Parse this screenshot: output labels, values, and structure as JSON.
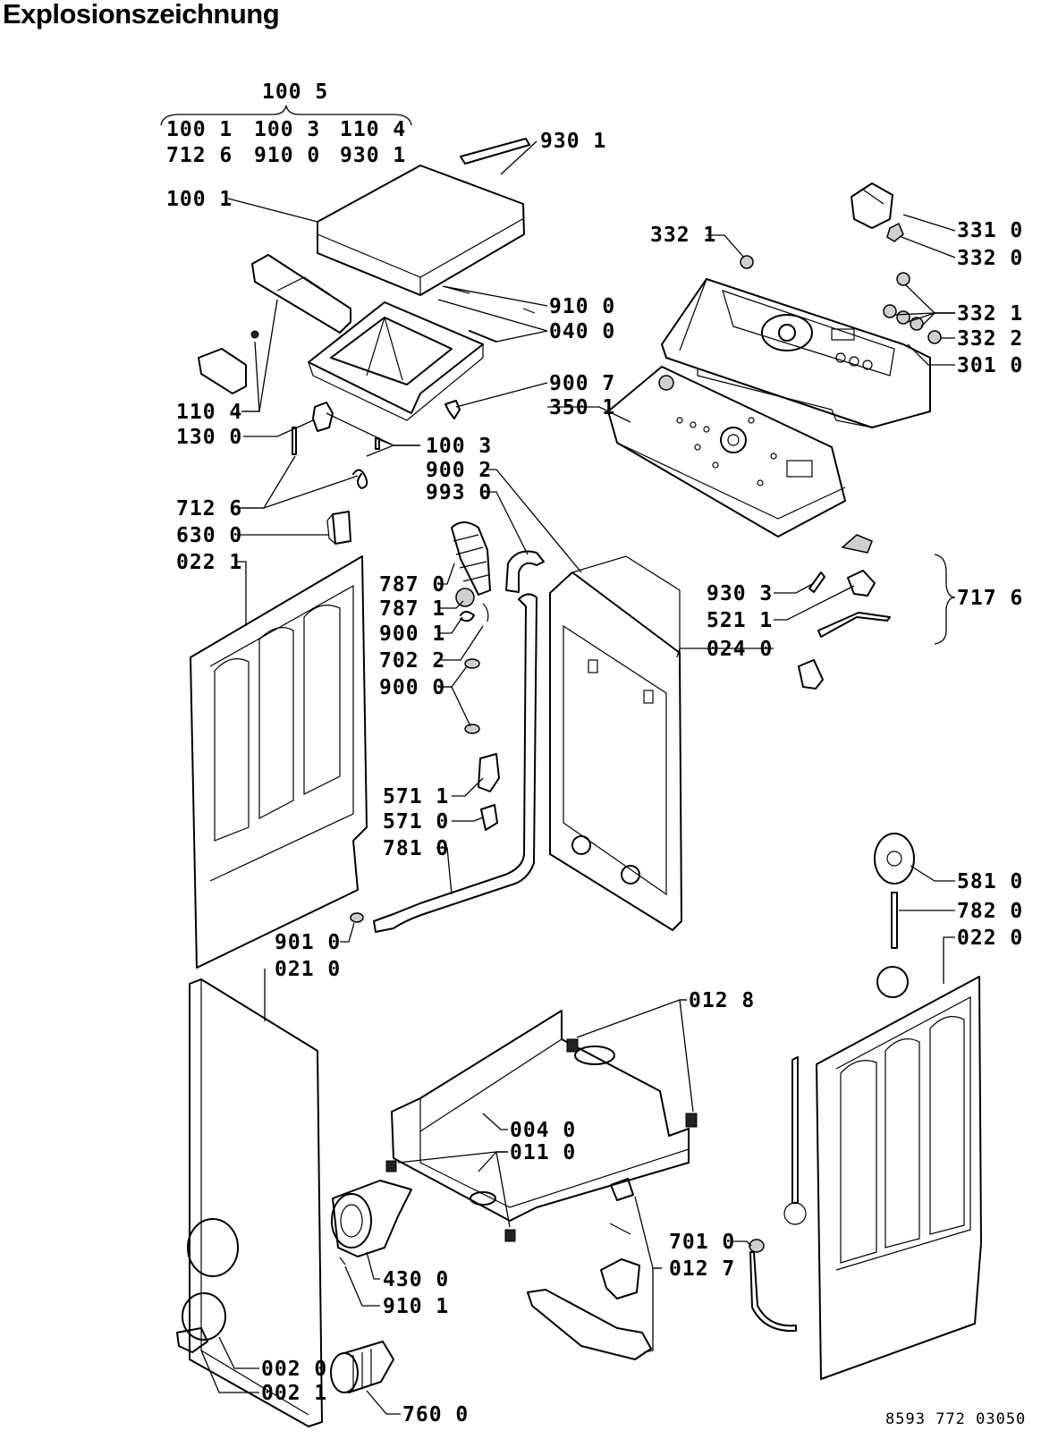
{
  "title": "Explosionszeichnung",
  "document_id": "8593 772 03050",
  "callouts": [
    {
      "id": "1005",
      "text": "100 5"
    },
    {
      "id": "1001a",
      "text": "100 1"
    },
    {
      "id": "1003a",
      "text": "100 3"
    },
    {
      "id": "1104a",
      "text": "110 4"
    },
    {
      "id": "7126a",
      "text": "712 6"
    },
    {
      "id": "9100a",
      "text": "910 0"
    },
    {
      "id": "9301a",
      "text": "930 1"
    },
    {
      "id": "9301b",
      "text": "930 1"
    },
    {
      "id": "1001b",
      "text": "100 1"
    },
    {
      "id": "3321a",
      "text": "332 1"
    },
    {
      "id": "3310",
      "text": "331 0"
    },
    {
      "id": "3320",
      "text": "332 0"
    },
    {
      "id": "9100b",
      "text": "910 0"
    },
    {
      "id": "0400",
      "text": "040 0"
    },
    {
      "id": "3321b",
      "text": "332 1"
    },
    {
      "id": "3322",
      "text": "332 2"
    },
    {
      "id": "3010",
      "text": "301 0"
    },
    {
      "id": "9007",
      "text": "900 7"
    },
    {
      "id": "3501",
      "text": "350 1"
    },
    {
      "id": "1104b",
      "text": "110 4"
    },
    {
      "id": "1300",
      "text": "130 0"
    },
    {
      "id": "1003b",
      "text": "100 3"
    },
    {
      "id": "9002",
      "text": "900 2"
    },
    {
      "id": "9930",
      "text": "993 0"
    },
    {
      "id": "7126b",
      "text": "712 6"
    },
    {
      "id": "6300",
      "text": "630 0"
    },
    {
      "id": "0221",
      "text": "022 1"
    },
    {
      "id": "7870",
      "text": "787 0"
    },
    {
      "id": "7871",
      "text": "787 1"
    },
    {
      "id": "9001",
      "text": "900 1"
    },
    {
      "id": "7022",
      "text": "702 2"
    },
    {
      "id": "9000",
      "text": "900 0"
    },
    {
      "id": "9303",
      "text": "930 3"
    },
    {
      "id": "5211",
      "text": "521 1"
    },
    {
      "id": "0240",
      "text": "024 0"
    },
    {
      "id": "7176",
      "text": "717 6"
    },
    {
      "id": "5711",
      "text": "571 1"
    },
    {
      "id": "5710",
      "text": "571 0"
    },
    {
      "id": "7810",
      "text": "781 0"
    },
    {
      "id": "5810",
      "text": "581 0"
    },
    {
      "id": "7820",
      "text": "782 0"
    },
    {
      "id": "9010",
      "text": "901 0"
    },
    {
      "id": "0210",
      "text": "021 0"
    },
    {
      "id": "0220",
      "text": "022 0"
    },
    {
      "id": "0128",
      "text": "012 8"
    },
    {
      "id": "0040",
      "text": "004 0"
    },
    {
      "id": "0110",
      "text": "011 0"
    },
    {
      "id": "7010",
      "text": "701 0"
    },
    {
      "id": "0127",
      "text": "012 7"
    },
    {
      "id": "4300",
      "text": "430 0"
    },
    {
      "id": "9101",
      "text": "910 1"
    },
    {
      "id": "0020",
      "text": "002 0"
    },
    {
      "id": "0021",
      "text": "002 1"
    },
    {
      "id": "7600",
      "text": "760 0"
    }
  ]
}
